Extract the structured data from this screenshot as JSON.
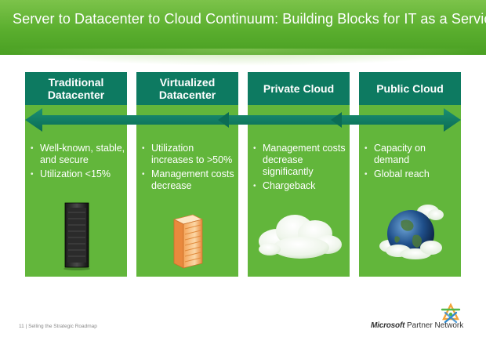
{
  "slide": {
    "title": "Server to Datacenter to Cloud Continuum: Building Blocks for IT as a Service"
  },
  "columns": [
    {
      "heading": "Traditional Datacenter",
      "bullets": [
        "Well-known, stable, and secure",
        "Utilization <15%"
      ],
      "image": "server-tower"
    },
    {
      "heading": "Virtualized Datacenter",
      "bullets": [
        "Utilization increases to >50%",
        "Management costs decrease"
      ],
      "image": "server-rack"
    },
    {
      "heading": "Private Cloud",
      "bullets": [
        "Management costs decrease significantly",
        "Chargeback"
      ],
      "image": "cloud"
    },
    {
      "heading": "Public Cloud",
      "bullets": [
        "Capacity on demand",
        "Global reach"
      ],
      "image": "globe-with-clouds"
    }
  ],
  "footer": {
    "page_number": "11",
    "separator": "|",
    "section": "Selling the Strategic Roadmap",
    "logo_brand": "Microsoft",
    "logo_suffix": "Partner Network"
  },
  "colors": {
    "title_bar": "#5aae2e",
    "column_green": "#62b63b",
    "header_teal": "#0d7a61",
    "arrow_teal": "#0d7a61"
  },
  "icons": [
    "double-arrow-icon",
    "server-tower-icon",
    "server-rack-icon",
    "cloud-icon",
    "globe-icon",
    "partner-network-logo-icon"
  ]
}
